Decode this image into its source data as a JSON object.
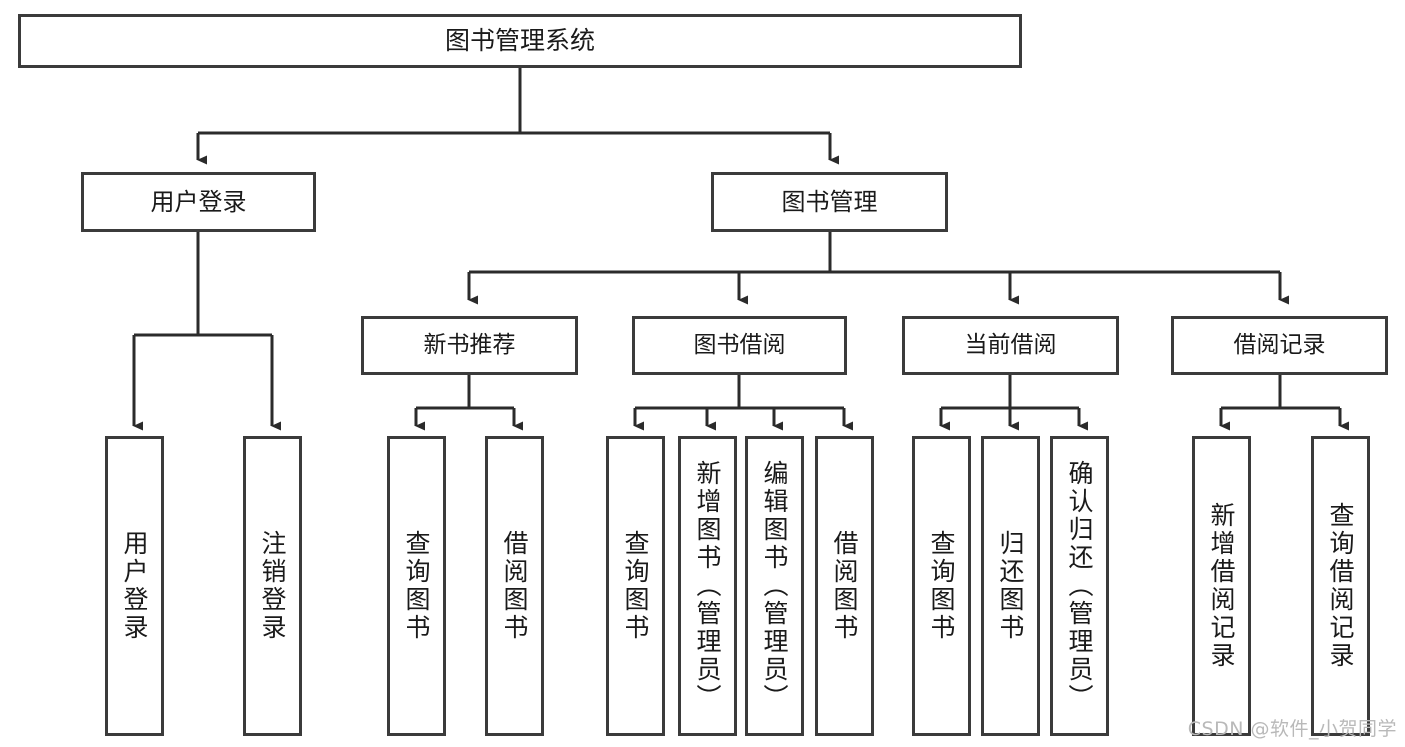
{
  "diagram": {
    "title": "图书管理系统",
    "type": "tree-hierarchy-chart",
    "watermark": "CSDN @软件_小贺同学",
    "colors": {
      "node_border": "#3b3b3b",
      "node_fill": "#ffffff",
      "connector": "#2b2b2b",
      "text": "#1a1a1a",
      "watermark": "#b9b9b9",
      "background": "#ffffff"
    },
    "root": {
      "label": "图书管理系统"
    },
    "level2": [
      {
        "label": "用户登录"
      },
      {
        "label": "图书管理"
      }
    ],
    "level3": [
      {
        "label": "新书推荐"
      },
      {
        "label": "图书借阅"
      },
      {
        "label": "当前借阅"
      },
      {
        "label": "借阅记录"
      }
    ],
    "leaves": {
      "user_login": [
        {
          "label": "用户登录"
        },
        {
          "label": "注销登录"
        }
      ],
      "new_book_recommend": [
        {
          "label": "查询图书"
        },
        {
          "label": "借阅图书"
        }
      ],
      "book_borrow": [
        {
          "label": "查询图书"
        },
        {
          "label": "新增图书（管理员）"
        },
        {
          "label": "编辑图书（管理员）"
        },
        {
          "label": "借阅图书"
        }
      ],
      "current_borrow": [
        {
          "label": "查询图书"
        },
        {
          "label": "归还图书"
        },
        {
          "label": "确认归还（管理员）"
        }
      ],
      "borrow_record": [
        {
          "label": "新增借阅记录"
        },
        {
          "label": "查询借阅记录"
        }
      ]
    }
  }
}
